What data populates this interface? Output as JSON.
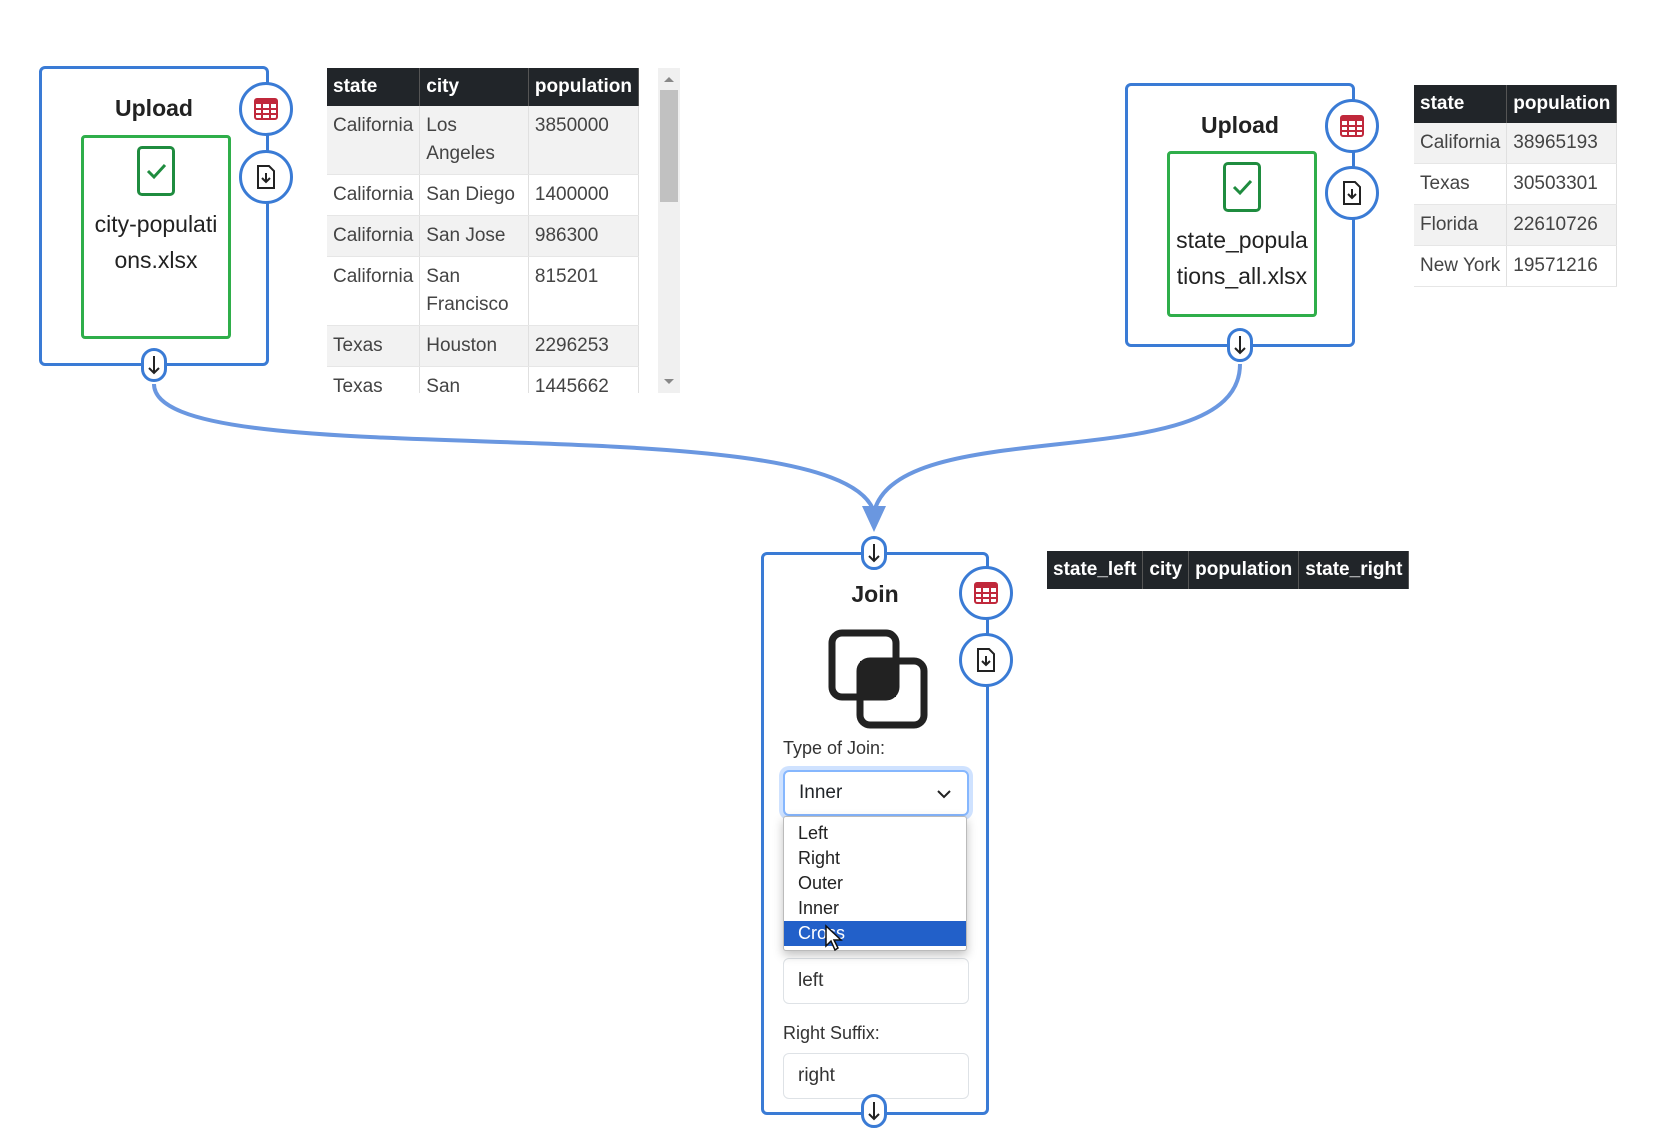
{
  "nodes": {
    "upload1": {
      "title": "Upload",
      "file_name": "city-populations.xlsx"
    },
    "upload2": {
      "title": "Upload",
      "file_name": "state_populations_all.xlsx"
    },
    "join": {
      "title": "Join",
      "join_type_label": "Type of Join:",
      "join_type_value": "Inner",
      "join_options": [
        "Left",
        "Right",
        "Outer",
        "Inner",
        "Cross"
      ],
      "highlighted_option": "Cross",
      "left_suffix_value": "left",
      "right_suffix_label": "Right Suffix:",
      "right_suffix_value": "right"
    }
  },
  "tables": {
    "cities": {
      "headers": [
        "state",
        "city",
        "population"
      ],
      "rows": [
        [
          "California",
          "Los Angeles",
          "3850000"
        ],
        [
          "California",
          "San Diego",
          "1400000"
        ],
        [
          "California",
          "San Jose",
          "986300"
        ],
        [
          "California",
          "San Francisco",
          "815201"
        ],
        [
          "Texas",
          "Houston",
          "2296253"
        ],
        [
          "Texas",
          "San",
          "1445662"
        ]
      ]
    },
    "states": {
      "headers": [
        "state",
        "population"
      ],
      "rows": [
        [
          "California",
          "38965193"
        ],
        [
          "Texas",
          "30503301"
        ],
        [
          "Florida",
          "22610726"
        ],
        [
          "New York",
          "19571216"
        ]
      ]
    },
    "joined": {
      "headers": [
        "state_left",
        "city",
        "population",
        "state_right"
      ]
    }
  },
  "icons": {
    "table": "table-grid-icon",
    "download": "file-download-icon",
    "port": "arrow-down-icon",
    "join": "join-squares-icon",
    "check": "check-icon"
  },
  "colors": {
    "node_border": "#3a7bd5",
    "file_ok_border": "#2fae4a",
    "table_icon": "#c0283b",
    "selected_option": "#2260c9",
    "table_header": "#212529"
  }
}
